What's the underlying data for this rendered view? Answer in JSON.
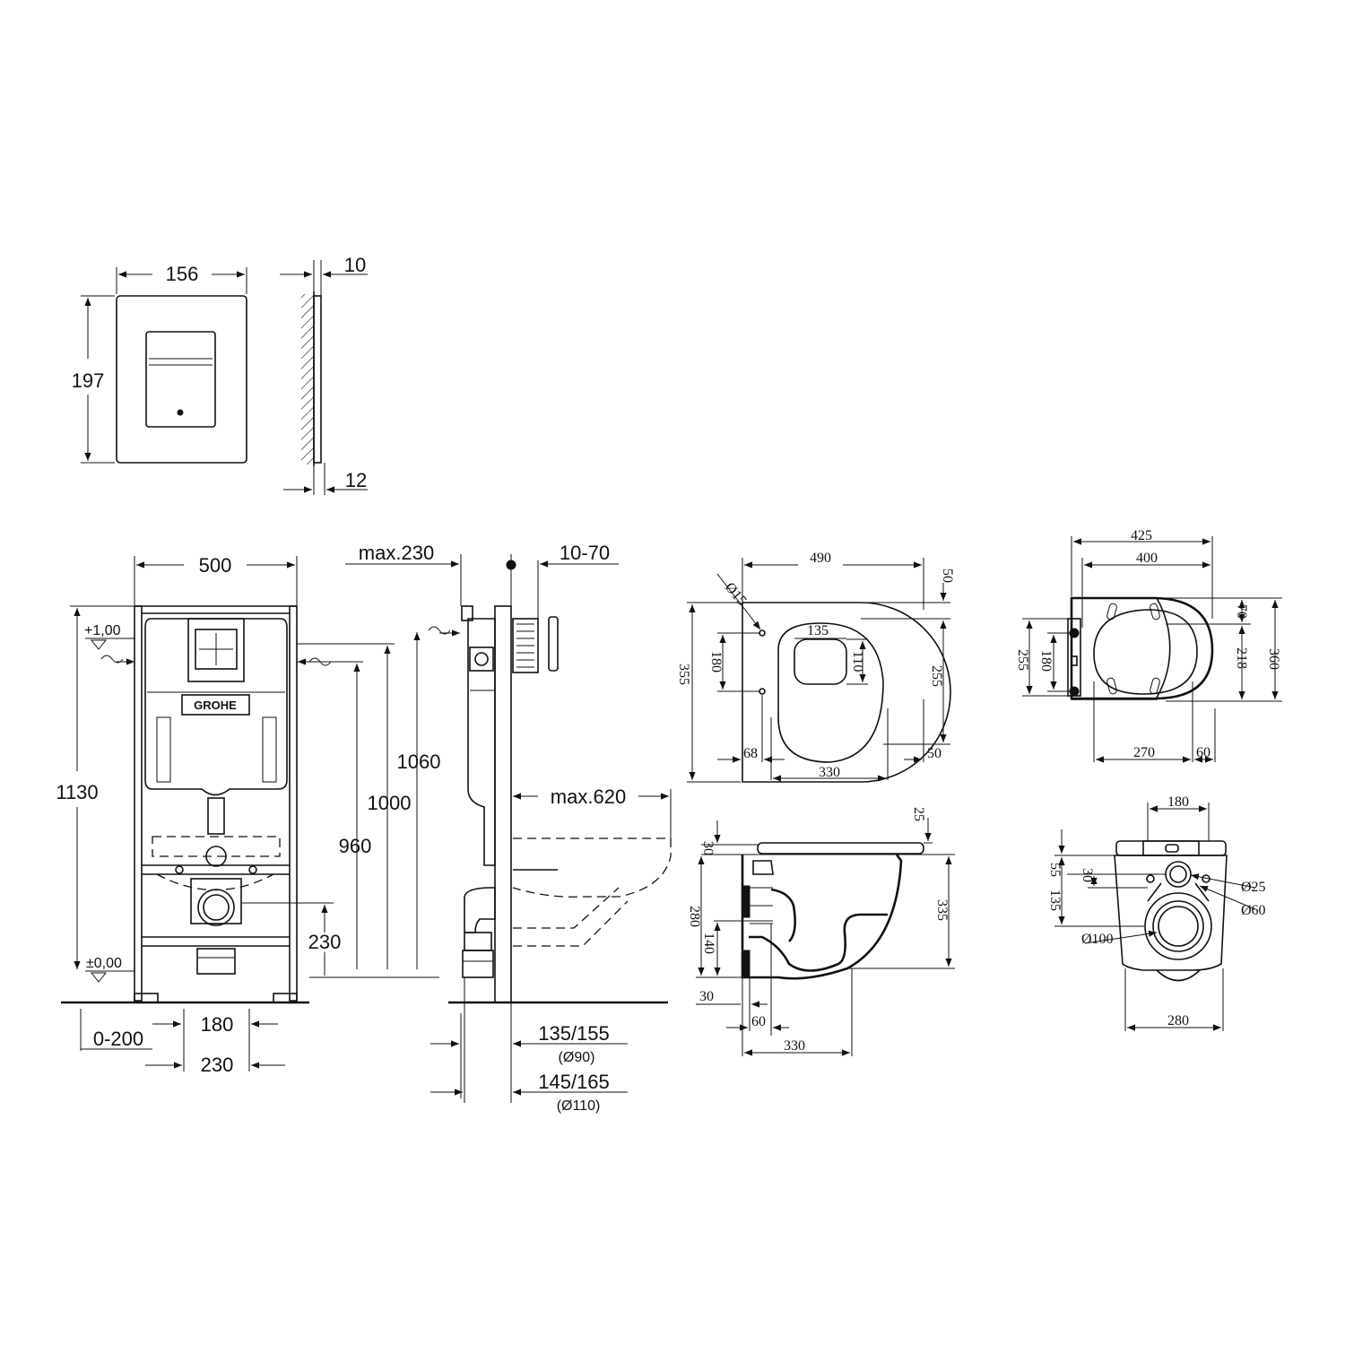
{
  "brand": {
    "logo_text": "GROHE"
  },
  "plate": {
    "width": "156",
    "height": "197",
    "side_top": "10",
    "side_bottom": "12"
  },
  "frame": {
    "width": "500",
    "max_depth": "max.230",
    "adjust": "10-70",
    "level_top": "+1,00",
    "level_zero": "±0,00",
    "total_height": "1130",
    "h1060": "1060",
    "h1000": "1000",
    "h960": "960",
    "h230": "230",
    "bottom_offset": "0-200",
    "bolt_spacing": "180",
    "bolt_spacing_outer": "230",
    "max_projection": "max.620",
    "drain1": "135/155",
    "drain1_sub": "(Ø90)",
    "drain2": "145/165",
    "drain2_sub": "(Ø110)"
  },
  "bowl_top": {
    "length": "490",
    "d15": "Ø15",
    "h50_top": "50",
    "inner_135": "135",
    "h355": "355",
    "h180": "180",
    "h110": "110",
    "h255": "255",
    "w68": "68",
    "w50": "50",
    "w330": "330"
  },
  "seat_top": {
    "w425": "425",
    "w400": "400",
    "h70": "70",
    "h255": "255",
    "h180": "180",
    "h218": "218",
    "h360": "360",
    "w270": "270",
    "w60": "60"
  },
  "bowl_side": {
    "h25": "25",
    "h30": "30",
    "h280": "280",
    "h140": "140",
    "h335": "335",
    "w30": "30",
    "w60": "60",
    "w330": "330"
  },
  "bowl_back": {
    "w180": "180",
    "h55": "55",
    "h30": "30",
    "h135": "135",
    "d25": "Ø25",
    "d60": "Ø60",
    "d100": "Ø100",
    "w280": "280"
  }
}
